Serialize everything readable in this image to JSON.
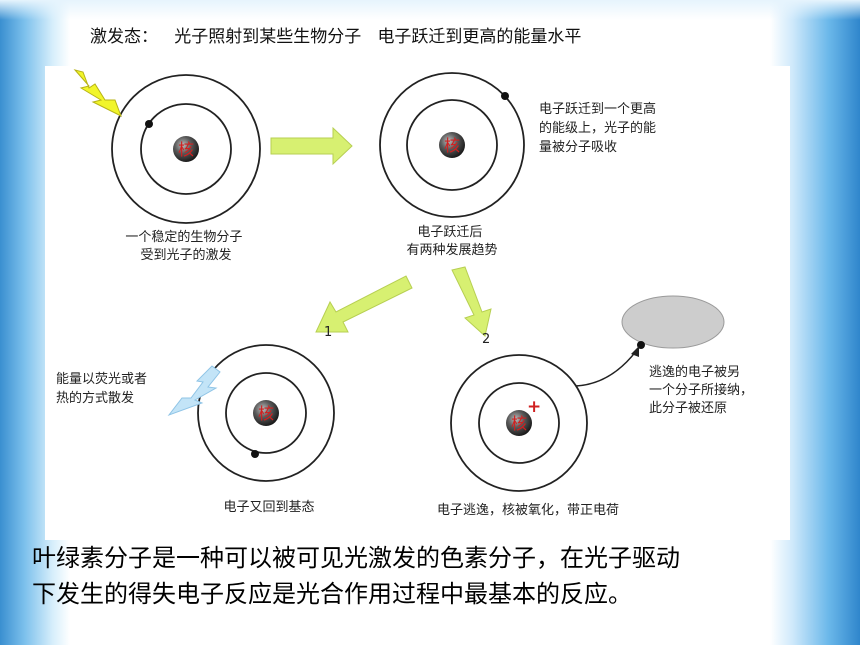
{
  "header": {
    "term": "激发态：",
    "desc1": "光子照射到某些生物分子",
    "desc2": "电子跃迁到更高的能量水平"
  },
  "diagram": {
    "nucleus_label": "核",
    "charge_sign": "+",
    "stage1_caption": [
      "一个稳定的生物分子",
      "受到光子的激发"
    ],
    "stage2_note": [
      "电子跃迁到一个更高",
      "的能级上，光子的能",
      "量被分子吸收"
    ],
    "stage2_caption": [
      "电子跃迁后",
      "有两种发展趋势"
    ],
    "path1_number": "1",
    "path2_number": "2",
    "path1_note": [
      "能量以荧光或者",
      "热的方式散发"
    ],
    "path1_caption": "电子又回到基态",
    "path2_caption": "电子逃逸，核被氧化，带正电荷",
    "acceptor_note": [
      "逃逸的电子被另",
      "一个分子所接纳，",
      "此分子被还原"
    ],
    "colors": {
      "arrow_green": "#d7f071",
      "nucleus_red": "#d02020",
      "emission_blue": "#c3e4f7",
      "photon_yellow": "#f1f52a"
    }
  },
  "caption": {
    "line1": "叶绿素分子是一种可以被可见光激发的色素分子，在光子驱动",
    "line2": "下发生的得失电子反应是光合作用过程中最基本的反应。"
  }
}
